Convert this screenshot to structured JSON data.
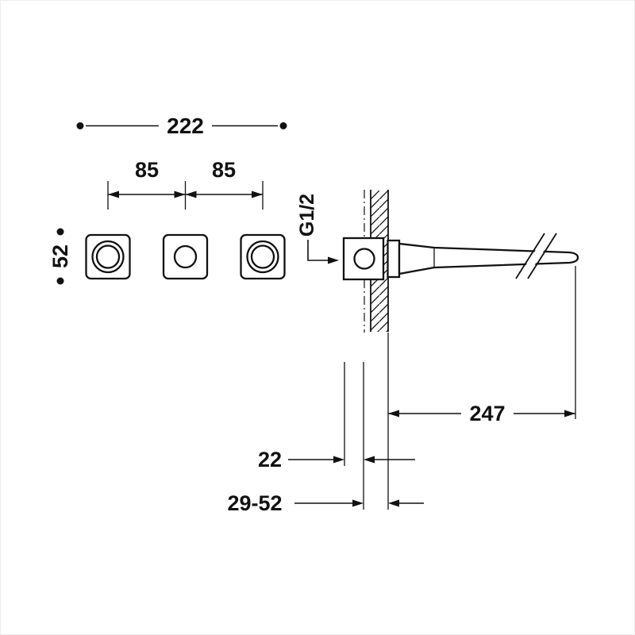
{
  "meta": {
    "title": "Wall-mounted three-hole basin mixer — dimensional drawing"
  },
  "colors": {
    "ink": "#111111",
    "background": "#ffffff"
  },
  "front_view": {
    "total_width": "222",
    "left_spacing": "85",
    "right_spacing": "85",
    "plate_size": "52"
  },
  "side_view": {
    "connection_thread": "G1/2",
    "spout_reach": "247",
    "plate_thickness": "22",
    "recess_depth_range": "29-52"
  }
}
